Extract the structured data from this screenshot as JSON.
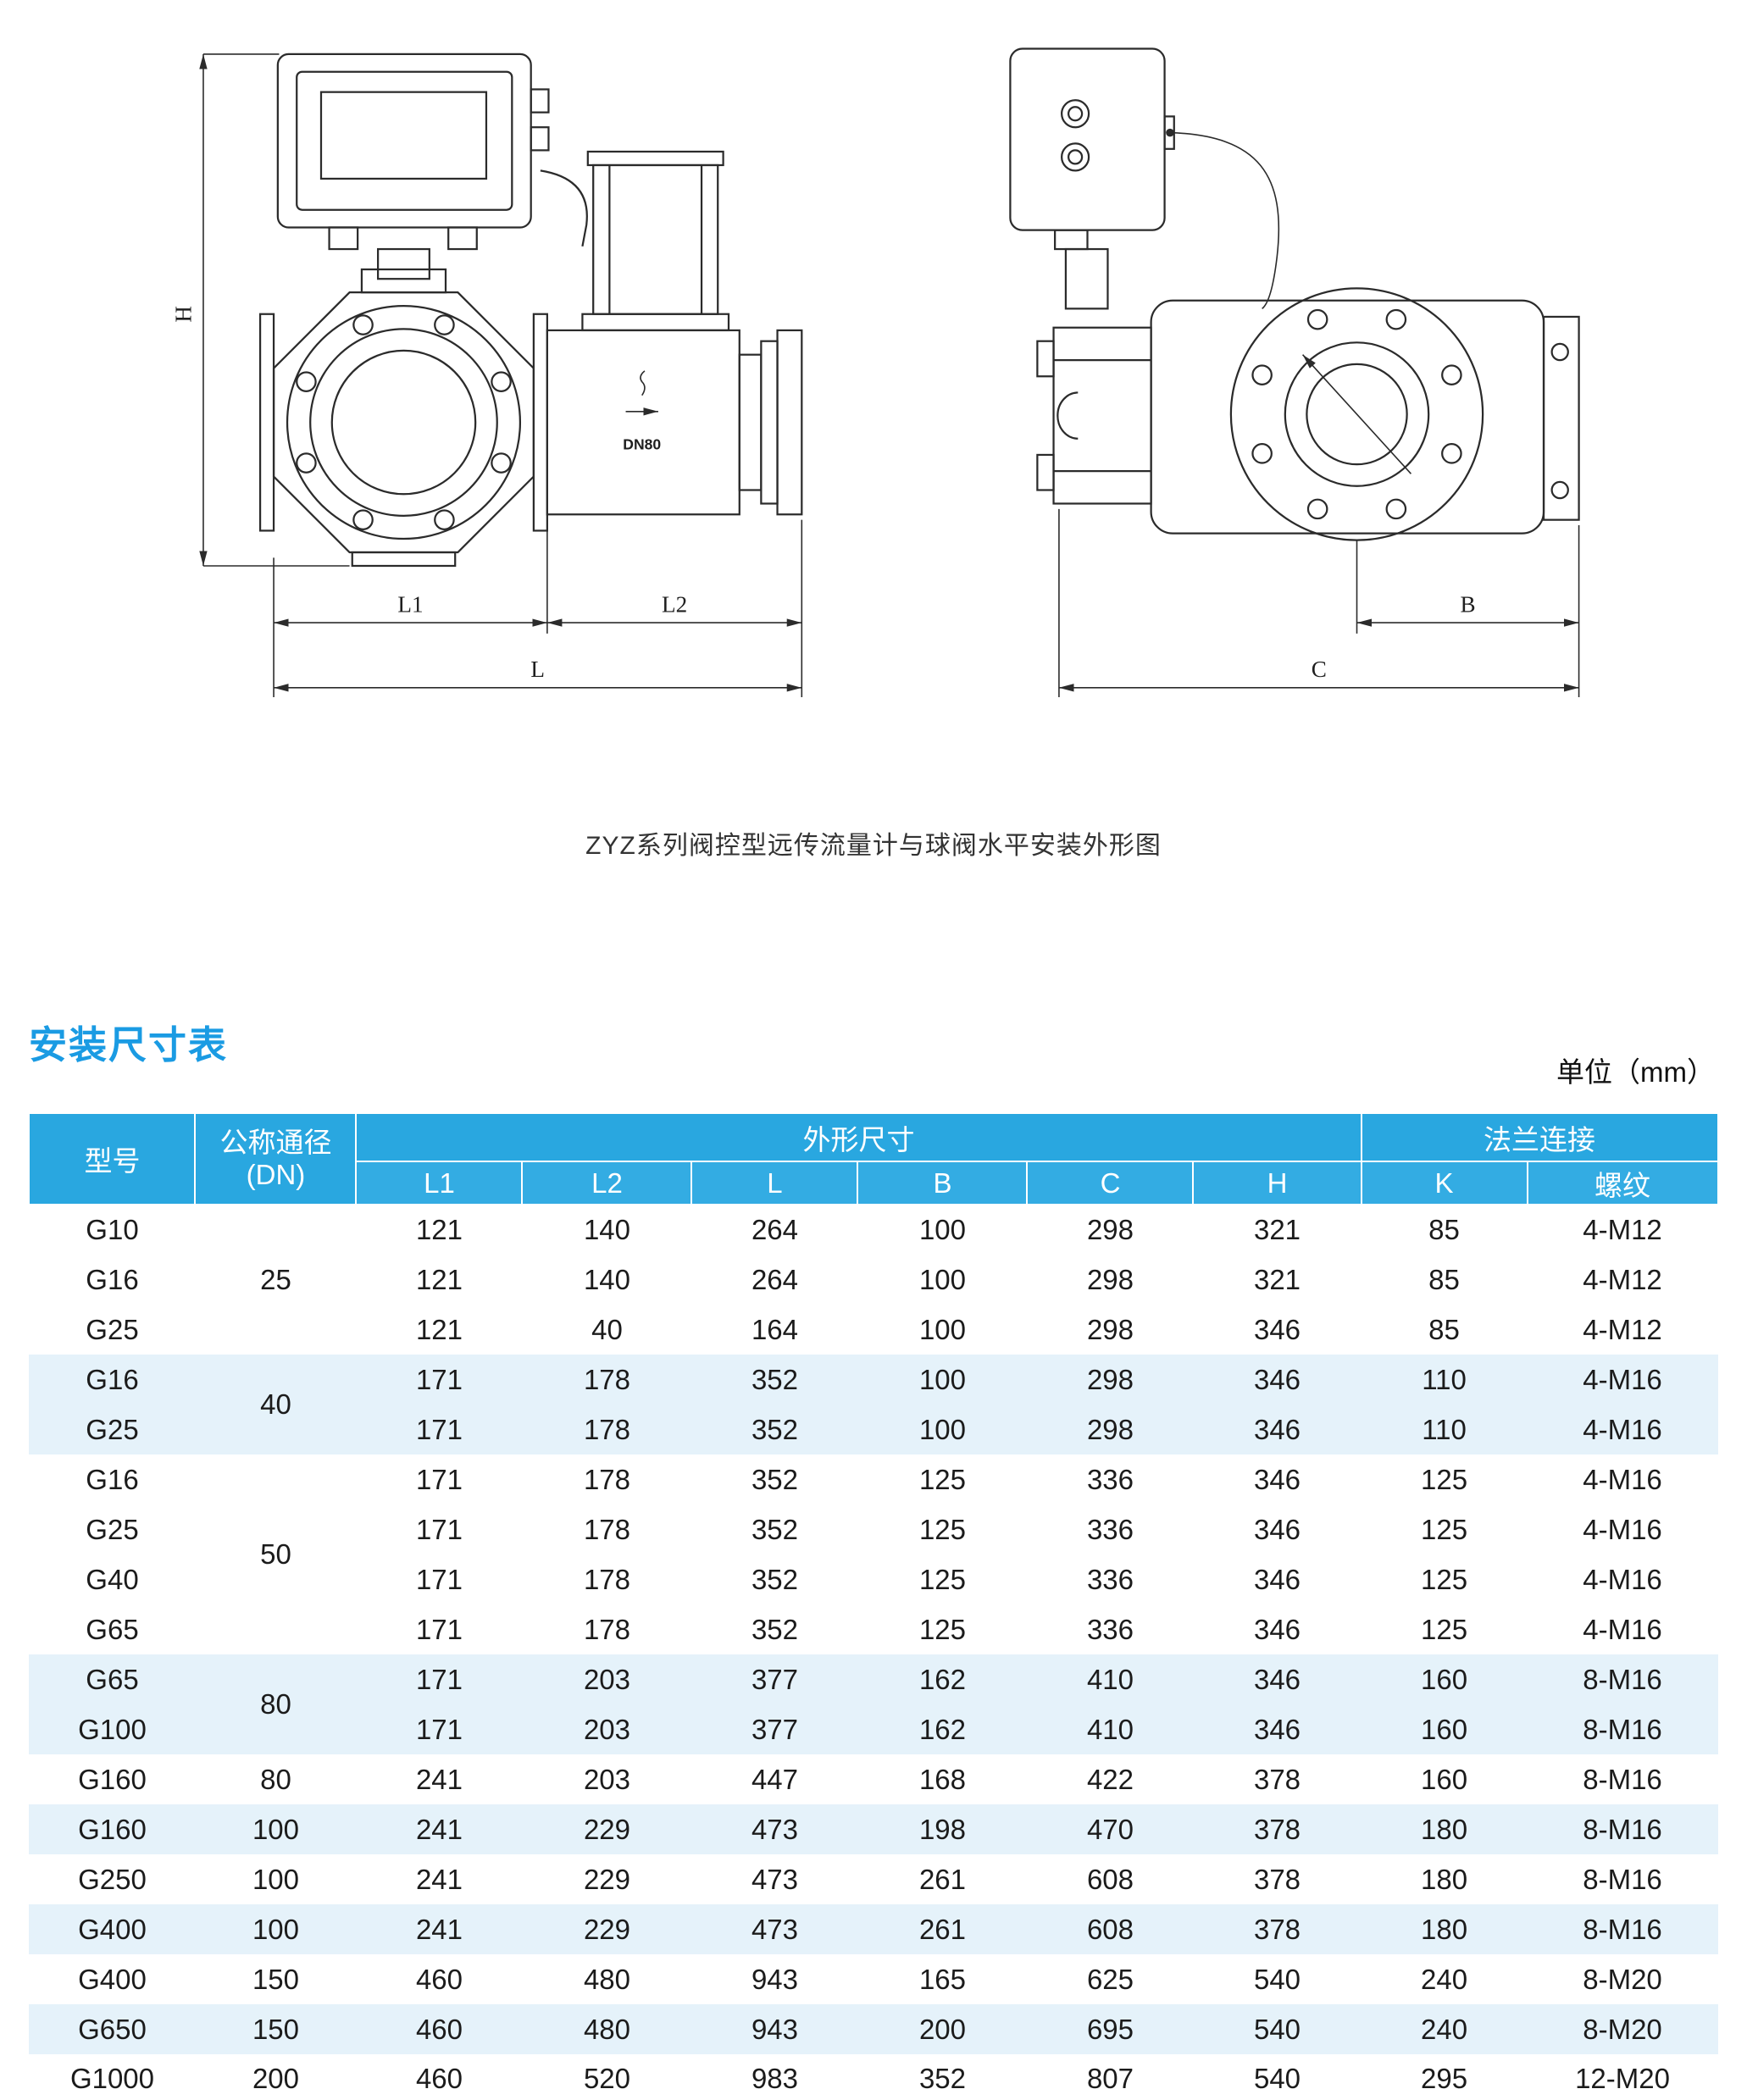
{
  "figure": {
    "caption": "ZYZ系列阀控型远传流量计与球阀水平安装外形图",
    "labels": {
      "H": "H",
      "L1": "L1",
      "L2": "L2",
      "L": "L",
      "B": "B",
      "C": "C",
      "DN": "DN80"
    }
  },
  "section": {
    "title": "安装尺寸表",
    "unit": "单位（mm）"
  },
  "table": {
    "header": {
      "model": "型号",
      "dn_line1": "公称通径",
      "dn_line2": "(DN)",
      "outline": "外形尺寸",
      "flange": "法兰连接",
      "subcols": [
        "L1",
        "L2",
        "L",
        "B",
        "C",
        "H"
      ],
      "k": "K",
      "thread": "螺纹"
    },
    "rows": [
      {
        "model": "G10",
        "dn": "25",
        "dn_span": 3,
        "values": [
          "121",
          "140",
          "264",
          "100",
          "298",
          "321",
          "85",
          "4-M12"
        ]
      },
      {
        "model": "G16",
        "dn": null,
        "values": [
          "121",
          "140",
          "264",
          "100",
          "298",
          "321",
          "85",
          "4-M12"
        ]
      },
      {
        "model": "G25",
        "dn": null,
        "values": [
          "121",
          "40",
          "164",
          "100",
          "298",
          "346",
          "85",
          "4-M12"
        ]
      },
      {
        "model": "G16",
        "dn": "40",
        "dn_span": 2,
        "values": [
          "171",
          "178",
          "352",
          "100",
          "298",
          "346",
          "110",
          "4-M16"
        ]
      },
      {
        "model": "G25",
        "dn": null,
        "values": [
          "171",
          "178",
          "352",
          "100",
          "298",
          "346",
          "110",
          "4-M16"
        ]
      },
      {
        "model": "G16",
        "dn": "50",
        "dn_span": 4,
        "values": [
          "171",
          "178",
          "352",
          "125",
          "336",
          "346",
          "125",
          "4-M16"
        ]
      },
      {
        "model": "G25",
        "dn": null,
        "values": [
          "171",
          "178",
          "352",
          "125",
          "336",
          "346",
          "125",
          "4-M16"
        ]
      },
      {
        "model": "G40",
        "dn": null,
        "values": [
          "171",
          "178",
          "352",
          "125",
          "336",
          "346",
          "125",
          "4-M16"
        ]
      },
      {
        "model": "G65",
        "dn": null,
        "values": [
          "171",
          "178",
          "352",
          "125",
          "336",
          "346",
          "125",
          "4-M16"
        ]
      },
      {
        "model": "G65",
        "dn": "80",
        "dn_span": 2,
        "values": [
          "171",
          "203",
          "377",
          "162",
          "410",
          "346",
          "160",
          "8-M16"
        ]
      },
      {
        "model": "G100",
        "dn": null,
        "values": [
          "171",
          "203",
          "377",
          "162",
          "410",
          "346",
          "160",
          "8-M16"
        ]
      },
      {
        "model": "G160",
        "dn": "80",
        "dn_span": 1,
        "values": [
          "241",
          "203",
          "447",
          "168",
          "422",
          "378",
          "160",
          "8-M16"
        ]
      },
      {
        "model": "G160",
        "dn": "100",
        "dn_span": 1,
        "values": [
          "241",
          "229",
          "473",
          "198",
          "470",
          "378",
          "180",
          "8-M16"
        ]
      },
      {
        "model": "G250",
        "dn": "100",
        "dn_span": 1,
        "values": [
          "241",
          "229",
          "473",
          "261",
          "608",
          "378",
          "180",
          "8-M16"
        ]
      },
      {
        "model": "G400",
        "dn": "100",
        "dn_span": 1,
        "values": [
          "241",
          "229",
          "473",
          "261",
          "608",
          "378",
          "180",
          "8-M16"
        ]
      },
      {
        "model": "G400",
        "dn": "150",
        "dn_span": 1,
        "values": [
          "460",
          "480",
          "943",
          "165",
          "625",
          "540",
          "240",
          "8-M20"
        ]
      },
      {
        "model": "G650",
        "dn": "150",
        "dn_span": 1,
        "values": [
          "460",
          "480",
          "943",
          "200",
          "695",
          "540",
          "240",
          "8-M20"
        ]
      },
      {
        "model": "G1000",
        "dn": "200",
        "dn_span": 1,
        "values": [
          "460",
          "520",
          "983",
          "352",
          "807",
          "540",
          "295",
          "12-M20"
        ]
      }
    ]
  }
}
